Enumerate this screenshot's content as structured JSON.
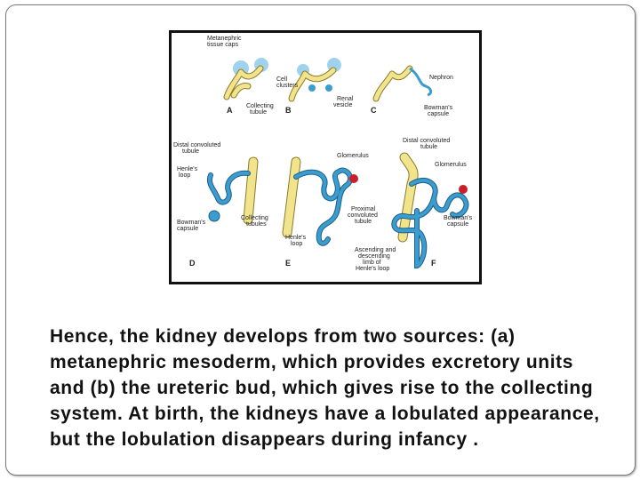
{
  "figure": {
    "labels": {
      "metanephric_tissue_caps": [
        "Metanephric",
        "tissue caps"
      ],
      "cell_clusters": [
        "Cell",
        "clusters"
      ],
      "nephron": "Nephron",
      "collecting_tubule": [
        "Collecting",
        "tubule"
      ],
      "renal_vesicle": [
        "Renal",
        "vesicle"
      ],
      "bowmans_capsule_c": [
        "Bowman's",
        "capsule"
      ],
      "distal_convoluted_tubule_d": [
        "Distal convoluted",
        "tubule"
      ],
      "distal_convoluted_tubule_f": [
        "Distal convoluted",
        "tubule"
      ],
      "glomerulus_e": "Glomerulus",
      "glomerulus_f": "Glomerulus",
      "henles_loop_d": [
        "Henle's",
        "loop"
      ],
      "bowmans_capsule_d": [
        "Bowman's",
        "capsule"
      ],
      "collecting_tubules": [
        "Collecting",
        "tubules"
      ],
      "henles_loop_e": [
        "Henle's",
        "loop"
      ],
      "proximal_convoluted_tubule": [
        "Proximal",
        "convoluted",
        "tubule"
      ],
      "bowmans_capsule_f": [
        "Bowman's",
        "capsule"
      ],
      "ascending_descending_limb": [
        "Ascending and",
        "descending",
        "limb of",
        "Henle's loop"
      ]
    },
    "panels": [
      "A",
      "B",
      "C",
      "D",
      "E",
      "F"
    ],
    "colors": {
      "tubule_yellow": "#f1e48c",
      "tubule_outline": "#8a7a2a",
      "nephron_blue": "#3a9ccf",
      "nephron_outline": "#1d5f86",
      "glomerulus_red": "#c8202a",
      "tissue_cap_blue": "#7fc3e6"
    }
  },
  "caption": "Hence, the kidney develops from two sources: (a) metanephric mesoderm, which provides excretory units and (b) the ureteric bud, which gives rise to the collecting system. At birth, the kidneys have a lobulated appearance, but the lobulation disappears during infancy ."
}
